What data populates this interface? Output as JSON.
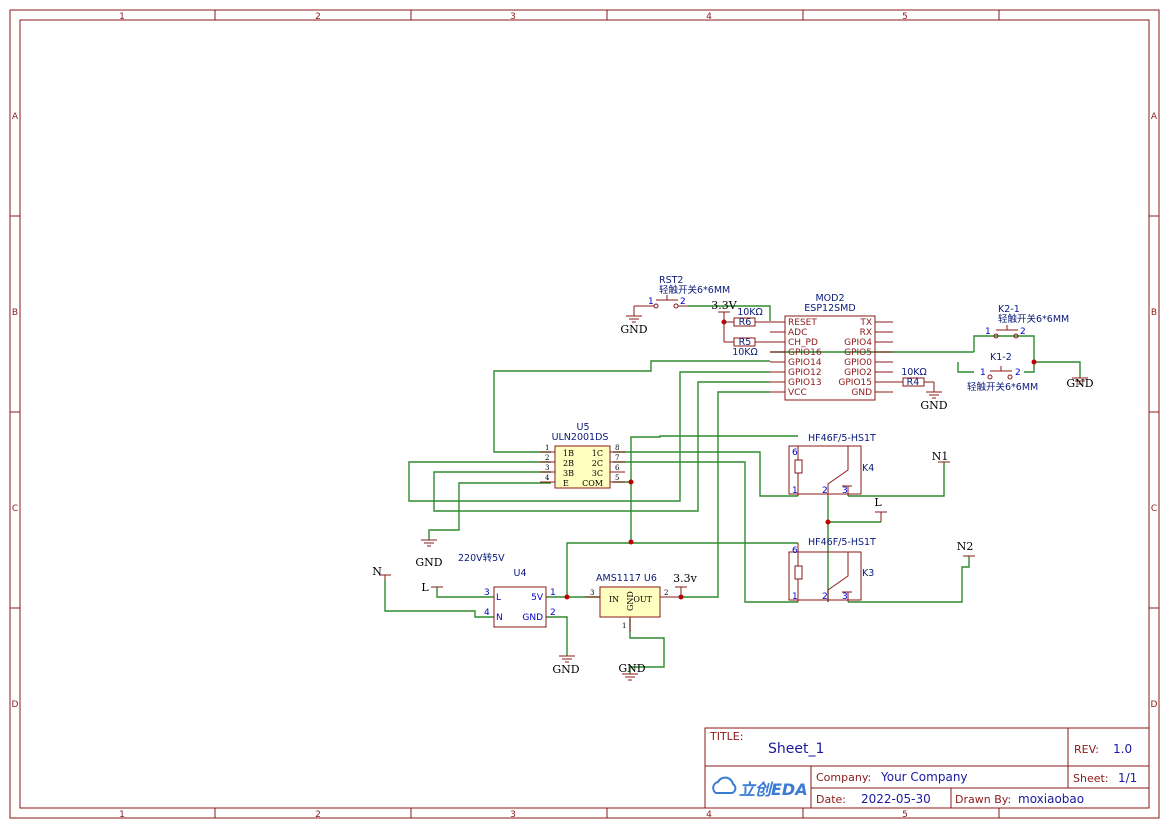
{
  "frame": {
    "columns": [
      "1",
      "2",
      "3",
      "4",
      "5"
    ],
    "rows": [
      "A",
      "B",
      "C",
      "D"
    ]
  },
  "title_block": {
    "title_label": "TITLE:",
    "title": "Sheet_1",
    "rev_label": "REV:",
    "rev": "1.0",
    "company_label": "Company:",
    "company": "Your Company",
    "sheet_label": "Sheet:",
    "sheet": "1/1",
    "date_label": "Date:",
    "date": "2022-05-30",
    "drawn_label": "Drawn By:",
    "drawn_by": "moxiaobao",
    "logo_text": "立创EDA"
  },
  "components": {
    "mod2": {
      "ref": "MOD2",
      "value": "ESP12SMD",
      "left_pins": [
        "RESET",
        "ADC",
        "CH_PD",
        "GPIO16",
        "GPIO14",
        "GPIO12",
        "GPIO13",
        "VCC"
      ],
      "right_pins": [
        "TX",
        "RX",
        "GPIO4",
        "GPIO5",
        "GPIO0",
        "GPIO2",
        "GPIO15",
        "GND"
      ]
    },
    "rst2": {
      "ref": "RST2",
      "value": "轻触开关6*6MM",
      "pin1": "1",
      "pin2": "2"
    },
    "k2_1": {
      "ref": "K2-1",
      "value": "轻触开关6*6MM",
      "pin1": "1",
      "pin2": "2"
    },
    "k1_2": {
      "ref": "K1-2",
      "value": "轻触开关6*6MM",
      "pin1": "1",
      "pin2": "2"
    },
    "r6": {
      "ref": "R6",
      "value": "10KΩ"
    },
    "r5": {
      "ref": "R5",
      "value": "10KΩ"
    },
    "r4": {
      "ref": "R4",
      "value": "10KΩ"
    },
    "u5": {
      "ref": "U5",
      "value": "ULN2001DS",
      "left_pins": [
        "1B",
        "2B",
        "3B",
        "E"
      ],
      "right_pins": [
        "1C",
        "2C",
        "3C",
        "COM"
      ],
      "left_nums": [
        "1",
        "2",
        "3",
        "4"
      ],
      "right_nums": [
        "8",
        "7",
        "6",
        "5"
      ]
    },
    "k4": {
      "ref": "K4",
      "value": "HF46F/5-HS1T",
      "p1": "1",
      "p2": "2",
      "p3": "3",
      "p6": "6"
    },
    "k3": {
      "ref": "K3",
      "value": "HF46F/5-HS1T",
      "p1": "1",
      "p2": "2",
      "p3": "3",
      "p6": "6"
    },
    "u4": {
      "ref": "U4",
      "value": "220V转5V",
      "pin_l": "L",
      "pin_n": "N",
      "pin_5v": "5V",
      "pin_gnd": "GND",
      "num_l": "3",
      "num_n": "4",
      "num_5v": "1",
      "num_gnd": "2"
    },
    "u6": {
      "ref": "AMS1117 U6",
      "pin_in": "IN",
      "pin_out": "OUT",
      "pin_gnd": "GND",
      "num_in": "3",
      "num_out": "2",
      "num_gnd": "1"
    }
  },
  "nets": {
    "gnd": "GND",
    "v33_upper": "3.3V",
    "v33_lower": "3.3v",
    "n": "N",
    "l": "L",
    "n1": "N1",
    "n2": "N2"
  }
}
